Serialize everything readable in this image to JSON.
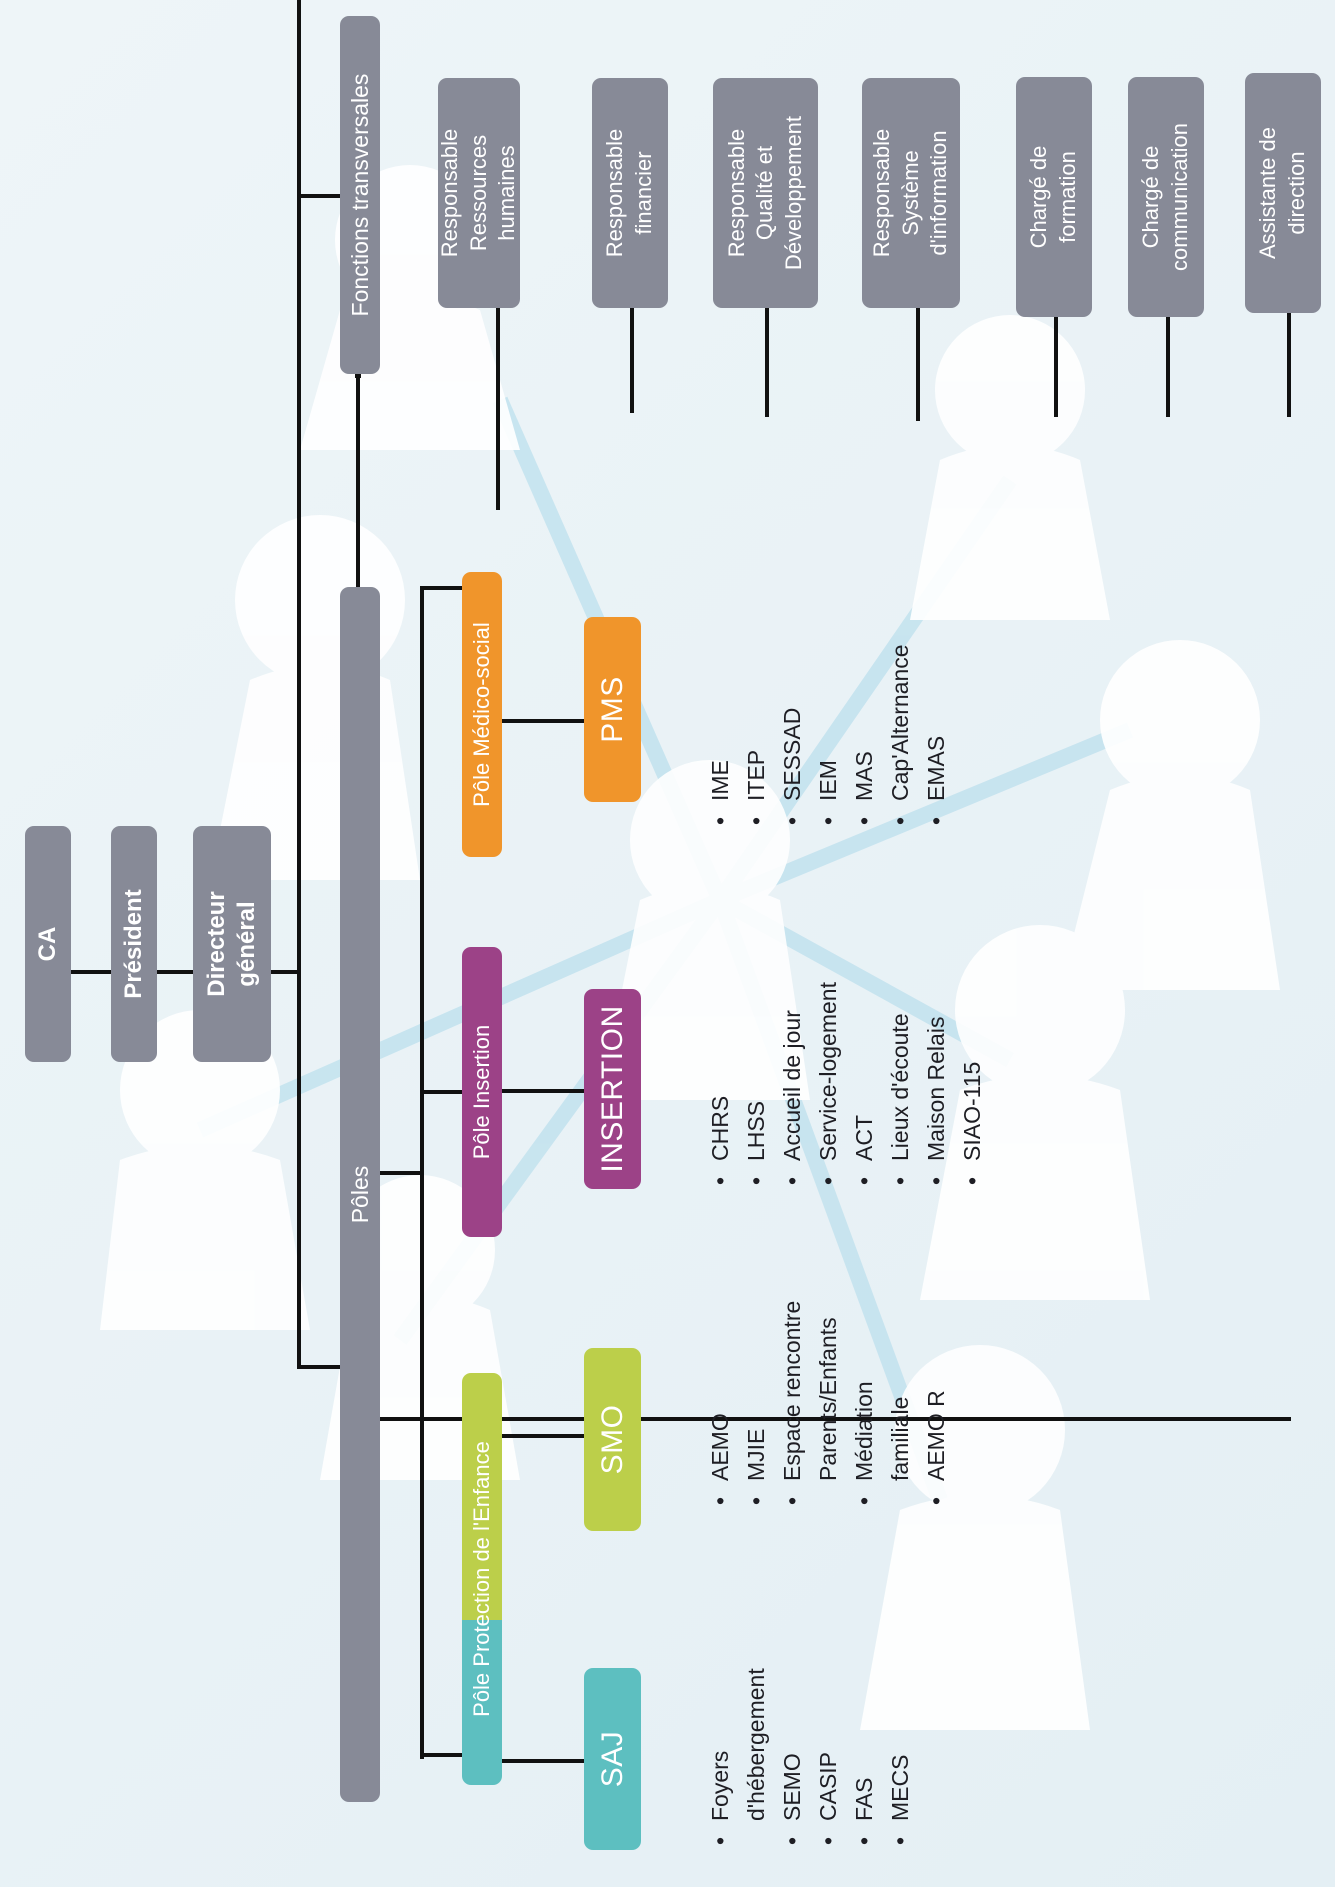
{
  "top": {
    "ca": "CA",
    "president": "Président",
    "dg_line1": "Directeur",
    "dg_line2": "général"
  },
  "categories": {
    "fonctions": "Fonctions transversales",
    "poles": "Pôles"
  },
  "transversal": [
    {
      "lines": [
        "Responsable",
        "Ressources",
        "humaines"
      ]
    },
    {
      "lines": [
        "Responsable",
        "financier"
      ]
    },
    {
      "lines": [
        "Responsable",
        "Qualité et",
        "Développement"
      ]
    },
    {
      "lines": [
        "Responsable",
        "Système",
        "d'information"
      ]
    },
    {
      "lines": [
        "Chargé de",
        "formation"
      ]
    },
    {
      "lines": [
        "Chargé de",
        "communication"
      ]
    },
    {
      "lines": [
        "Assistante de",
        "direction"
      ]
    }
  ],
  "poles": [
    {
      "name": "Pôle Médico-social",
      "color": "#f0952b",
      "services": [
        {
          "abbr": "PMS",
          "items": [
            "IME",
            "ITEP",
            "SESSAD",
            "IEM",
            "MAS",
            "Cap'Alternance",
            "EMAS"
          ]
        }
      ]
    },
    {
      "name": "Pôle Insertion",
      "color": "#9c4287",
      "services": [
        {
          "abbr": "INSERTION",
          "items": [
            "CHRS",
            "LHSS",
            "Accueil de jour",
            "Service-logement",
            "ACT",
            "Lieux d'écoute",
            "Maison Relais",
            "SIAO-115"
          ]
        }
      ]
    },
    {
      "name": "Pôle Protection de l'Enfance",
      "color_from": "#bccf4a",
      "color_to": "#5dbfc0",
      "services": [
        {
          "abbr": "SMO",
          "color": "#bccf4a",
          "items": [
            "AEMO",
            "MJIE",
            "Espace rencontre",
            "Parents/Enfants",
            "Médiation",
            "familiale",
            "AEMO R"
          ]
        },
        {
          "abbr": "SAJ",
          "color": "#5dbfc0",
          "items": [
            "Foyers",
            "d'hébergement",
            "SEMO",
            "CASIP",
            "FAS",
            "MECS"
          ]
        }
      ]
    }
  ],
  "colors": {
    "box_gray": "#878a97",
    "line": "#111111",
    "background": "#e9f2f6"
  }
}
